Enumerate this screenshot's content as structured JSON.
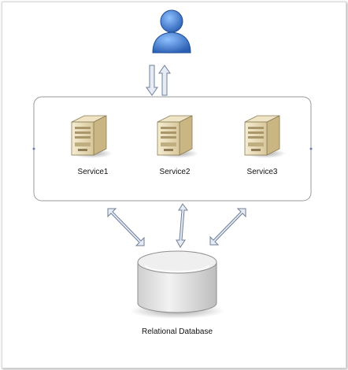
{
  "diagram": {
    "services": [
      {
        "label": "Service1",
        "icon": "server-icon"
      },
      {
        "label": "Service2",
        "icon": "server-icon"
      },
      {
        "label": "Service3",
        "icon": "server-icon"
      }
    ],
    "database": {
      "label": "Relational Database",
      "icon": "database-icon"
    },
    "user": {
      "icon": "user-icon"
    },
    "colors": {
      "user_blue": "#3a76c8",
      "server_beige": "#e8dcb8",
      "database_gray": "#d9d9d9",
      "container_border": "#9a9a9a",
      "arrow_fill": "#e6ebf4",
      "arrow_stroke": "#6f7f99"
    }
  }
}
